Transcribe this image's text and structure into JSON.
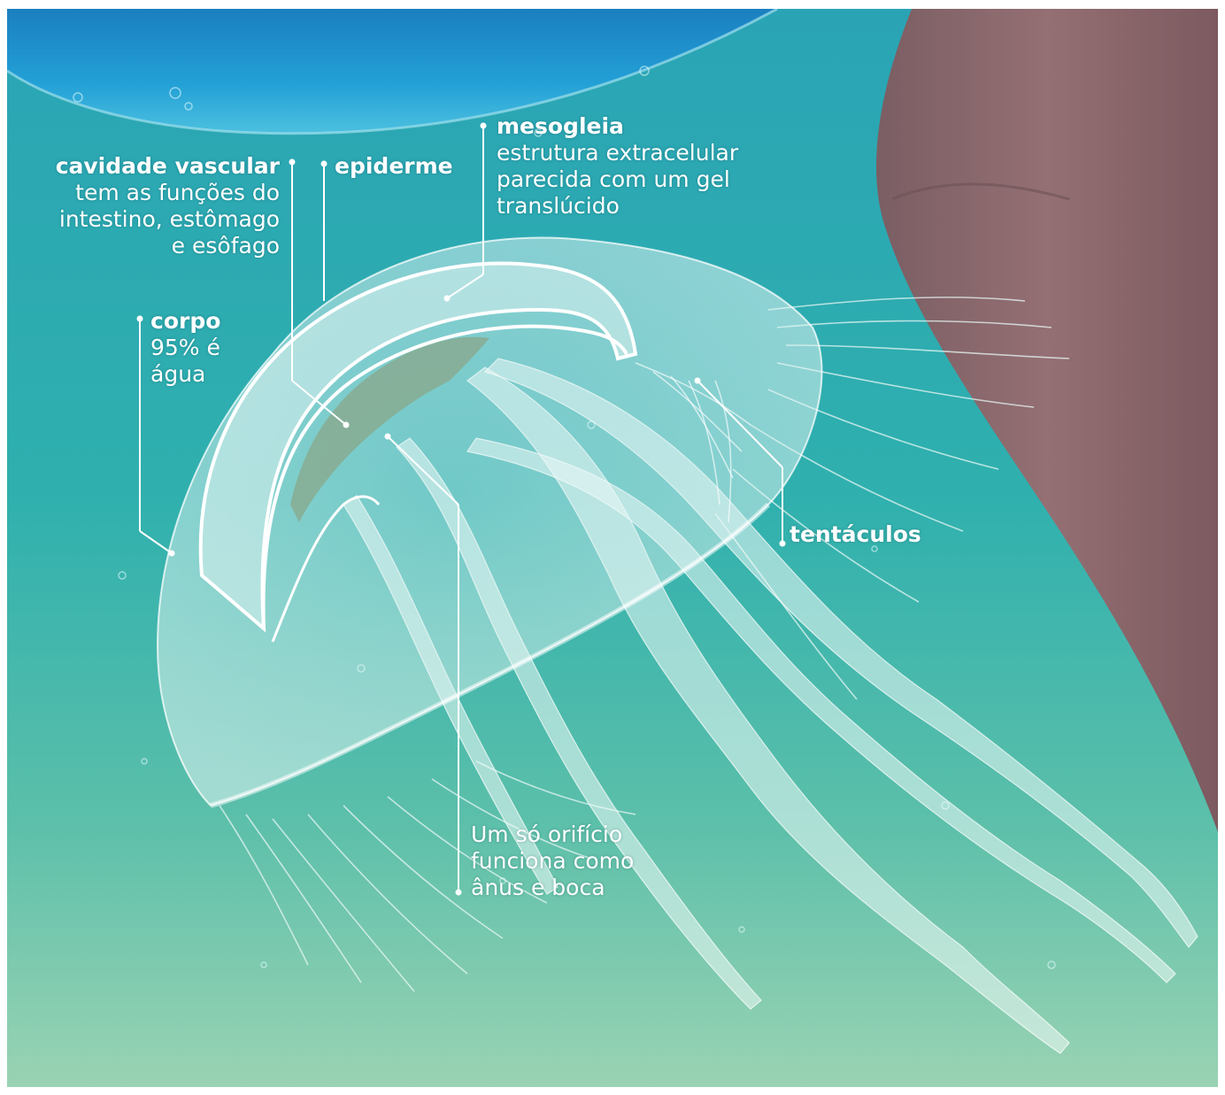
{
  "colors": {
    "water_top": "#27a3b4",
    "water_bottom": "#98d2b2",
    "surface": "#1a8fc8",
    "leg": "#8c6a6e",
    "leader_line": "#ffffff"
  },
  "labels": {
    "mesogleia": {
      "title": "mesogleia",
      "lines": [
        "estrutura extracelular",
        "parecida com um gel",
        "translúcido"
      ]
    },
    "cavidade": {
      "title": "cavidade vascular",
      "lines": [
        "tem as funções do",
        "intestino, estômago",
        "e esôfago"
      ]
    },
    "epiderme": {
      "title": "epiderme"
    },
    "corpo": {
      "title": "corpo",
      "lines": [
        "95% é",
        "água"
      ]
    },
    "tentaculos": {
      "title": "tentáculos"
    },
    "orificio": {
      "lines": [
        "Um só orifício",
        "funciona como",
        "ânus e boca"
      ]
    }
  }
}
